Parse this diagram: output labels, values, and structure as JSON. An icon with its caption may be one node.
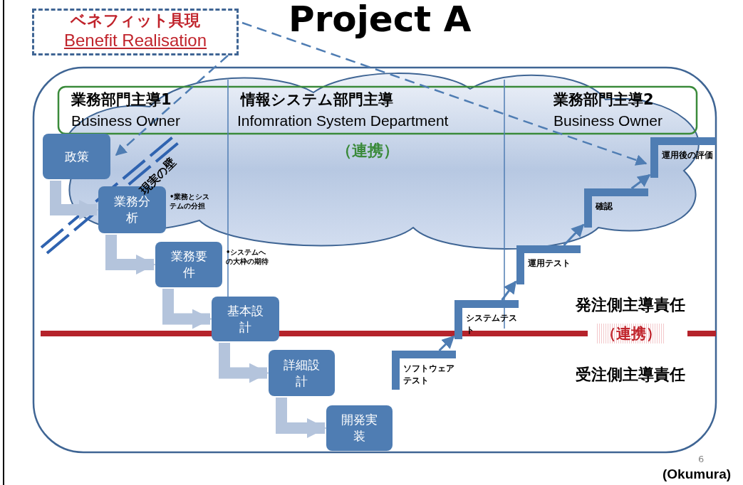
{
  "diagram": {
    "title": "Project A",
    "nodes": [
      {
        "text": [
          "ベネフィット具現",
          "Benefit Realisation"
        ]
      },
      {
        "text": [
          "政策"
        ]
      },
      {
        "text": [
          "業務分析"
        ],
        "beside": [
          "•業務とシステムの分担"
        ]
      },
      {
        "text": [
          "業務要件"
        ],
        "beside": [
          "•システムへの大枠の期待"
        ]
      },
      {
        "text": [
          "基本設計"
        ]
      },
      {
        "text": [
          "詳細設計"
        ]
      },
      {
        "text": [
          "開発実装"
        ]
      },
      {
        "text": [
          "ソフトウェアテスト"
        ]
      },
      {
        "text": [
          "システムテスト"
        ]
      },
      {
        "text": [
          "運用テスト"
        ]
      },
      {
        "text": [
          "確認"
        ]
      },
      {
        "text": [
          "運用後の評価"
        ]
      }
    ],
    "edges": [
      {
        "from": 0,
        "to": 1,
        "arrow": "to",
        "style": "dashed"
      },
      {
        "from": 0,
        "to": 11,
        "arrow": "to",
        "style": "dashed"
      },
      {
        "from": 1,
        "to": 2,
        "arrow": "to",
        "style": "thick",
        "color": "#b4c4dc"
      },
      {
        "from": 2,
        "to": 3,
        "arrow": "to",
        "style": "thick",
        "color": "#b4c4dc"
      },
      {
        "from": 3,
        "to": 4,
        "arrow": "to",
        "style": "thick",
        "color": "#b4c4dc"
      },
      {
        "from": 4,
        "to": 5,
        "arrow": "to",
        "style": "thick",
        "color": "#b4c4dc"
      },
      {
        "from": 5,
        "to": 6,
        "arrow": "to",
        "style": "thick",
        "color": "#b4c4dc"
      },
      {
        "from": 7,
        "to": 8,
        "arrow": "to"
      },
      {
        "from": 8,
        "to": 9,
        "arrow": "to"
      },
      {
        "from": 9,
        "to": 10,
        "arrow": "to"
      },
      {
        "from": 10,
        "to": 11,
        "arrow": "to"
      }
    ],
    "labels": [
      "業務部門主導1",
      "Business Owner",
      "情報システム部門主導",
      "Infomration System Department",
      "業務部門主導2",
      "Business Owner",
      "（連携）",
      "現実の壁",
      "発注側主導責任",
      "（連携）",
      "受注側主導責任",
      "6",
      "(Okumura)"
    ]
  }
}
